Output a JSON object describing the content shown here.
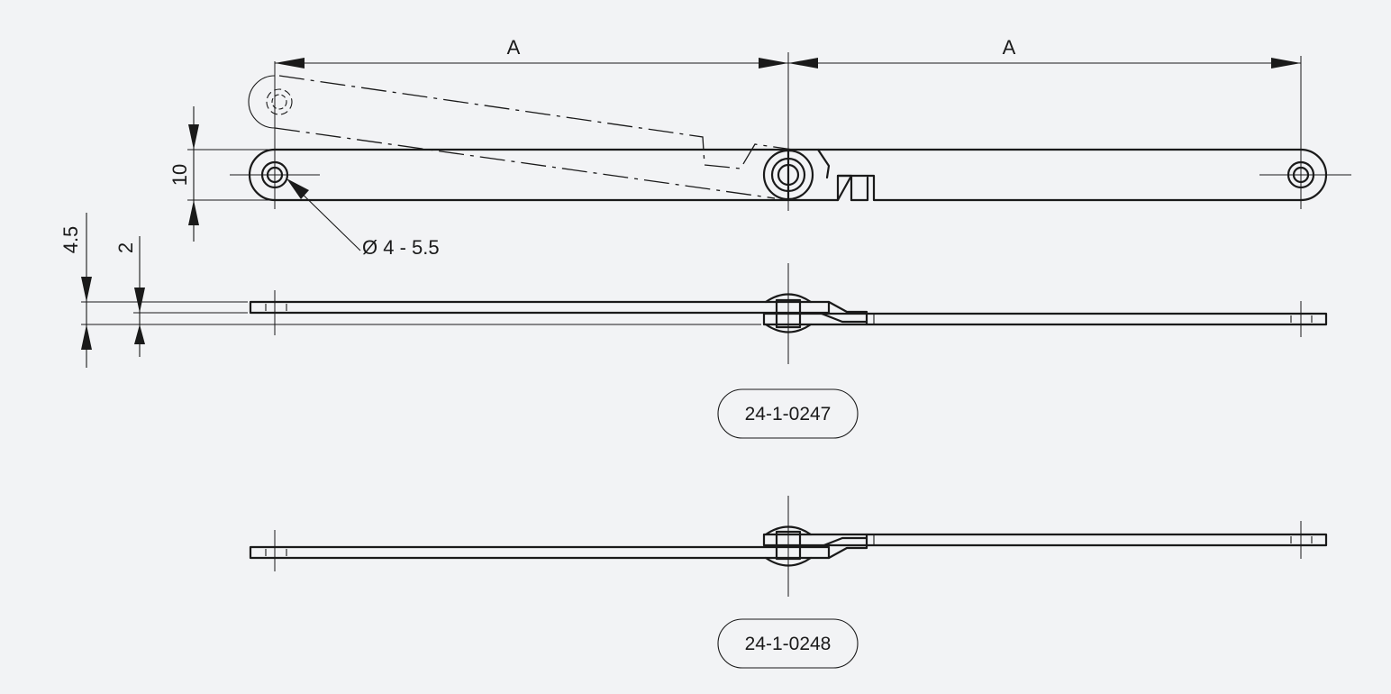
{
  "dimensions": {
    "length_left": "A",
    "length_right": "A",
    "height": "10",
    "hole_diameter": "Ø 4 - 5.5",
    "total_thickness": "4.5",
    "plate_thickness": "2"
  },
  "variants": [
    {
      "code": "24-1-0247"
    },
    {
      "code": "24-1-0248"
    }
  ],
  "colors": {
    "background": "#f2f3f5",
    "line": "#1a1a1a"
  }
}
